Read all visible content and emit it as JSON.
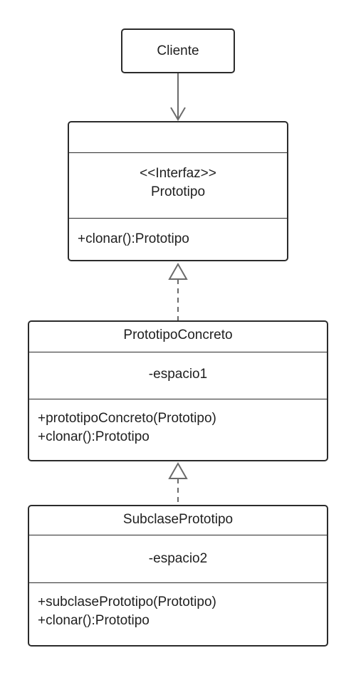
{
  "cliente": {
    "label": "Cliente"
  },
  "prototipo": {
    "stereotype": "<<Interfaz>>",
    "name": "Prototipo",
    "methods": [
      "+clonar():Prototipo"
    ]
  },
  "prototipo_concreto": {
    "name": "PrototipoConcreto",
    "attributes": [
      "-espacio1"
    ],
    "methods": [
      "+prototipoConcreto(Prototipo)",
      "+clonar():Prototipo"
    ]
  },
  "subclase_prototipo": {
    "name": "SubclasePrototipo",
    "attributes": [
      "-espacio2"
    ],
    "methods": [
      "+subclasePrototipo(Prototipo)",
      "+clonar():Prototipo"
    ]
  },
  "colors": {
    "stroke": "#2b2b2b",
    "arrow": "#6b6b6b",
    "text": "#1f1f1f",
    "background": "#ffffff"
  }
}
